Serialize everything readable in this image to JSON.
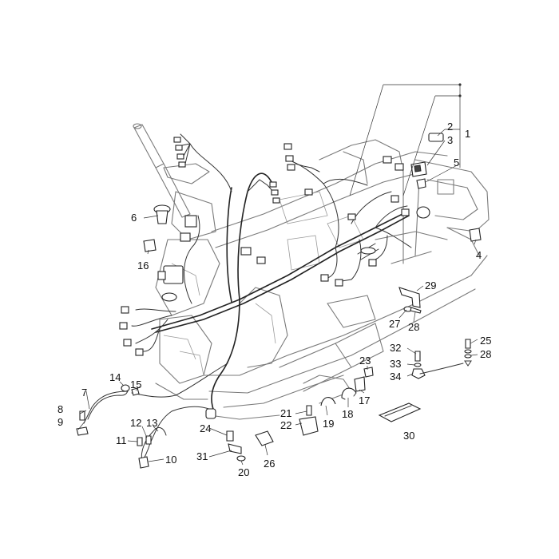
{
  "diagram": {
    "callouts": [
      {
        "id": "c1",
        "text": "1"
      },
      {
        "id": "c2",
        "text": "2"
      },
      {
        "id": "c3",
        "text": "3"
      },
      {
        "id": "c4",
        "text": "4"
      },
      {
        "id": "c5",
        "text": "5"
      },
      {
        "id": "c6",
        "text": "6"
      },
      {
        "id": "c7",
        "text": "7"
      },
      {
        "id": "c8",
        "text": "8"
      },
      {
        "id": "c9",
        "text": "9"
      },
      {
        "id": "c10",
        "text": "10"
      },
      {
        "id": "c11",
        "text": "11"
      },
      {
        "id": "c12",
        "text": "12"
      },
      {
        "id": "c13",
        "text": "13"
      },
      {
        "id": "c14",
        "text": "14"
      },
      {
        "id": "c15",
        "text": "15"
      },
      {
        "id": "c16",
        "text": "16"
      },
      {
        "id": "c17",
        "text": "17"
      },
      {
        "id": "c18",
        "text": "18"
      },
      {
        "id": "c19",
        "text": "19"
      },
      {
        "id": "c20",
        "text": "20"
      },
      {
        "id": "c21",
        "text": "21"
      },
      {
        "id": "c22",
        "text": "22"
      },
      {
        "id": "c23",
        "text": "23"
      },
      {
        "id": "c24",
        "text": "24"
      },
      {
        "id": "c25",
        "text": "25"
      },
      {
        "id": "c26",
        "text": "26"
      },
      {
        "id": "c27",
        "text": "27"
      },
      {
        "id": "c28a",
        "text": "28"
      },
      {
        "id": "c28b",
        "text": "28"
      },
      {
        "id": "c29",
        "text": "29"
      },
      {
        "id": "c30",
        "text": "30"
      },
      {
        "id": "c31",
        "text": "31"
      },
      {
        "id": "c32",
        "text": "32"
      },
      {
        "id": "c33",
        "text": "33"
      },
      {
        "id": "c34",
        "text": "34"
      }
    ]
  }
}
